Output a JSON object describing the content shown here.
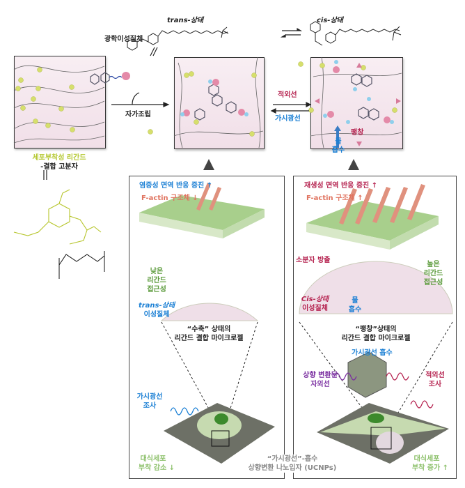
{
  "top": {
    "photo_isomer_label": "광학이성질체",
    "trans_state": "trans-상태",
    "cis_state": "cis-상태",
    "self_assembly": "자가조립",
    "infrared": "적외선",
    "visible_light": "가시광선",
    "expansion": "팽창",
    "water_absorb_1": "물",
    "water_absorb_2": "흡수",
    "ligand_polymer_1": "세포부착성 리간드",
    "ligand_polymer_2": "-결합 고분자"
  },
  "left_panel": {
    "immune_response": "염증성 면역 반응 증진 ↑",
    "factin": "F-actin 구조체 ↓",
    "low_ligand_1": "낮은",
    "low_ligand_2": "리간드",
    "low_ligand_3": "접근성",
    "trans_isomer_1": "trans-상태",
    "trans_isomer_2": "이성질체",
    "microgel_1": "“수축” 상태의",
    "microgel_2": "리간드 결합 마이크로젤",
    "visible_irradiation_1": "가시광선",
    "visible_irradiation_2": "조사",
    "macrophage_1": "대식세포",
    "macrophage_2": "부착 감소 ↓"
  },
  "right_panel": {
    "immune_response": "재생성 면역 반응 증진 ↑",
    "factin": "F-actin 구조체 ↑",
    "small_molecule": "소분자 방출",
    "high_ligand_1": "높은",
    "high_ligand_2": "리간드",
    "high_ligand_3": "접근성",
    "cis_isomer_1": "Cis-상태",
    "cis_isomer_2": "이성질체",
    "water_1": "물",
    "water_2": "흡수",
    "microgel_1": "“팽창”상태의",
    "microgel_2": "리간드 결합 마이크로젤",
    "visible_absorb": "가시광선 흡수",
    "upconverted_1": "상향 변환된",
    "upconverted_2": "자외선",
    "ir_irradiation_1": "적외선",
    "ir_irradiation_2": "조사",
    "macrophage_1": "대식세포",
    "macrophage_2": "부착 증가 ↑"
  },
  "ucnp": {
    "line1": "“가시광선”-흡수",
    "line2": "상향변환 나노입자 (UCNPs)"
  },
  "colors": {
    "blue": "#1a7fd4",
    "red": "#b5224f",
    "green": "#5a9a3a",
    "lime": "#b5c832"
  }
}
